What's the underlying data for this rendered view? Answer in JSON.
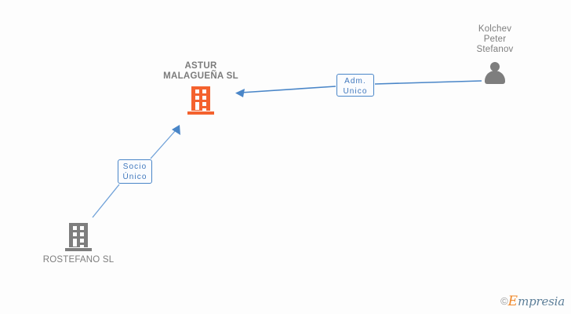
{
  "diagram": {
    "background_color": "#fdfdfd",
    "edge_color": "#4a86c8",
    "company_color": "#f4622e",
    "related_color": "#7e7e7e",
    "nodes": [
      {
        "id": "astur",
        "name": "ASTUR\nMALAGUEÑA SL",
        "icon": "building-icon",
        "type": "main-company",
        "color": "#f4622e"
      },
      {
        "id": "kolchev",
        "name": "Kolchev\nPeter\nStefanov",
        "icon": "person-icon",
        "type": "person",
        "color": "#7e7e7e"
      },
      {
        "id": "rostefano",
        "name": "ROSTEFANO SL",
        "icon": "building-icon",
        "type": "company",
        "color": "#7e7e7e"
      }
    ],
    "edges": [
      {
        "id": "adm-unico",
        "from": "kolchev",
        "to": "astur",
        "label": "Adm.\nUnico"
      },
      {
        "id": "socio-unico",
        "from": "rostefano",
        "to": "astur",
        "label": "Socio\nÚnico"
      }
    ]
  },
  "watermark": {
    "copyright": "©",
    "brand_first": "E",
    "brand_rest": "mpresia"
  }
}
